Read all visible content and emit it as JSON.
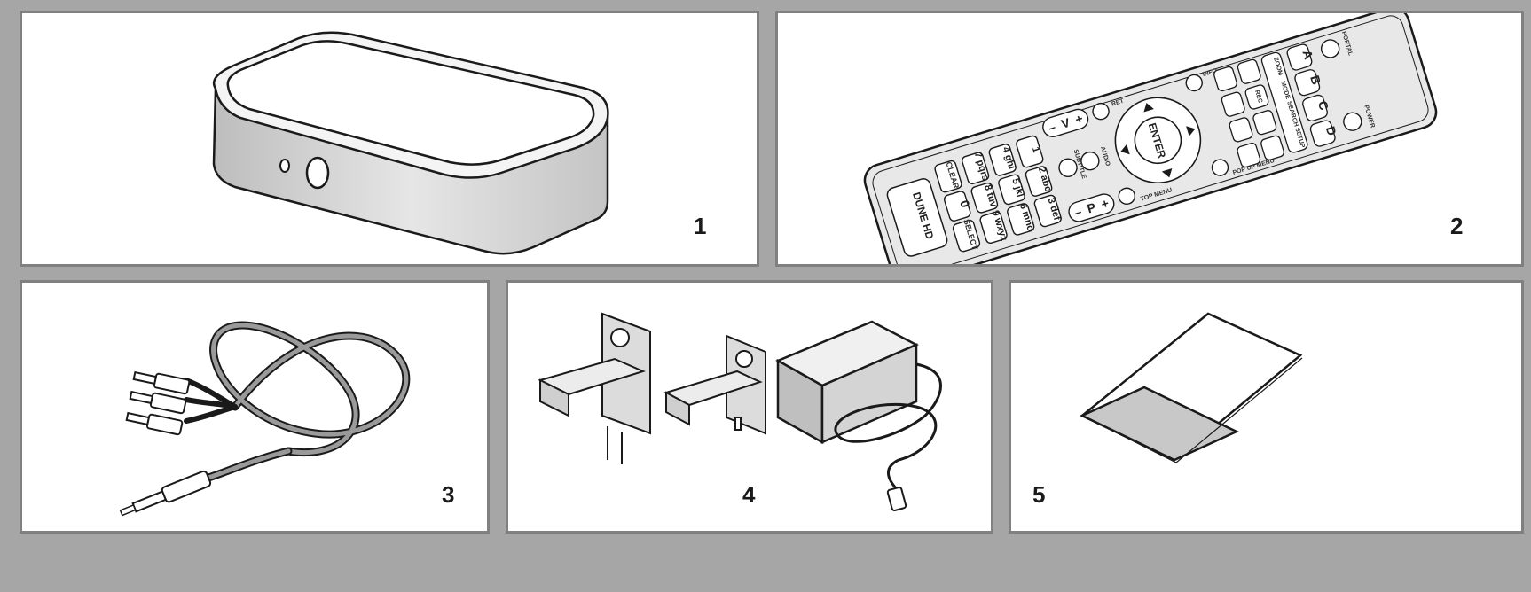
{
  "panels": [
    {
      "number": "1",
      "item": "media-player"
    },
    {
      "number": "2",
      "item": "remote-control"
    },
    {
      "number": "3",
      "item": "av-cable"
    },
    {
      "number": "4",
      "item": "power-adapter"
    },
    {
      "number": "5",
      "item": "manual"
    }
  ],
  "remote": {
    "brand": "DUNE HD",
    "enter": "ENTER",
    "portal": "PORTAL",
    "power": "POWER",
    "info": "INFO",
    "ret": "RET",
    "audio": "AUDIO",
    "subtitle": "SUBTITLE",
    "top_menu": "TOP MENU",
    "popup_menu": "POP UP MENU",
    "clear": "CLEAR",
    "select": "SELECT",
    "zoom": "ZOOM",
    "mode": "MODE",
    "search": "SEARCH",
    "setup": "SETUP",
    "rec": "REC",
    "letters": [
      "A",
      "B",
      "C",
      "D"
    ],
    "keys": [
      "1",
      "2 abc",
      "3 def",
      "4 ghi",
      "5 jkl",
      "6 mno",
      "7 pqrs",
      "8 tuv",
      "9 wxyz",
      "0"
    ],
    "v_plus": "+",
    "v_label": "V",
    "v_minus": "–",
    "p_plus": "+",
    "p_label": "P",
    "p_minus": "–"
  },
  "colors": {
    "background": "#a6a6a6",
    "panel_border": "#808080",
    "panel_fill": "#ffffff",
    "device_fill": "#d6d6d6",
    "line": "#1a1a1a"
  }
}
